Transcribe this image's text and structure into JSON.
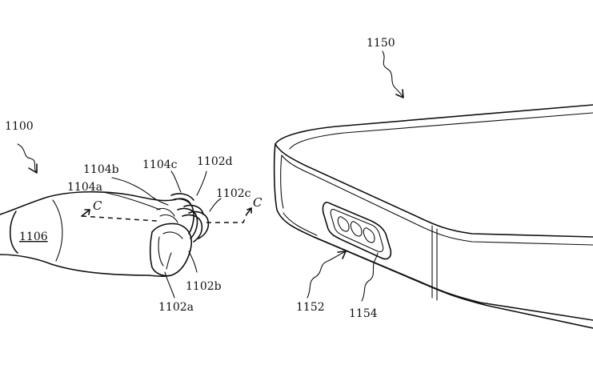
{
  "labels": {
    "connector_assembly": "1100",
    "cable": "1106",
    "contact_a": "1104a",
    "contact_b": "1104b",
    "contact_c": "1104c",
    "body_d": "1102d",
    "body_c": "1102c",
    "body_b": "1102b",
    "body_a": "1102a",
    "section_marker": "C",
    "device": "1150",
    "port_housing": "1152",
    "port_opening": "1154"
  }
}
